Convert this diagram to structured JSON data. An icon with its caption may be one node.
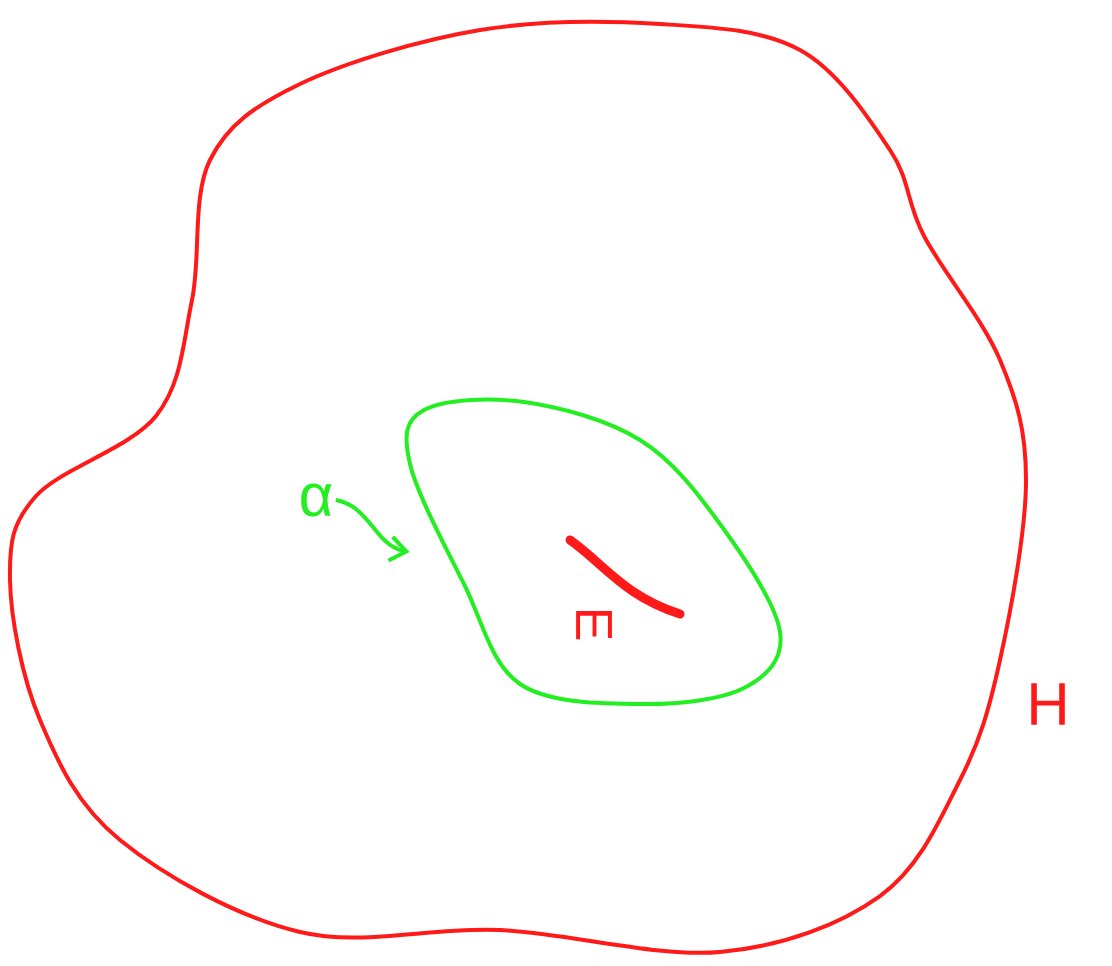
{
  "diagram": {
    "nodes": [
      {
        "text": [
          "H"
        ]
      },
      {
        "text": [
          "α"
        ],
        "in": 0
      },
      {
        "text": [],
        "shape": "circle",
        "in": 0
      },
      {
        "text": [
          "E"
        ],
        "in": 2
      }
    ],
    "edges": [
      {
        "from": 1,
        "to": 2,
        "arrow": "to"
      }
    ]
  }
}
